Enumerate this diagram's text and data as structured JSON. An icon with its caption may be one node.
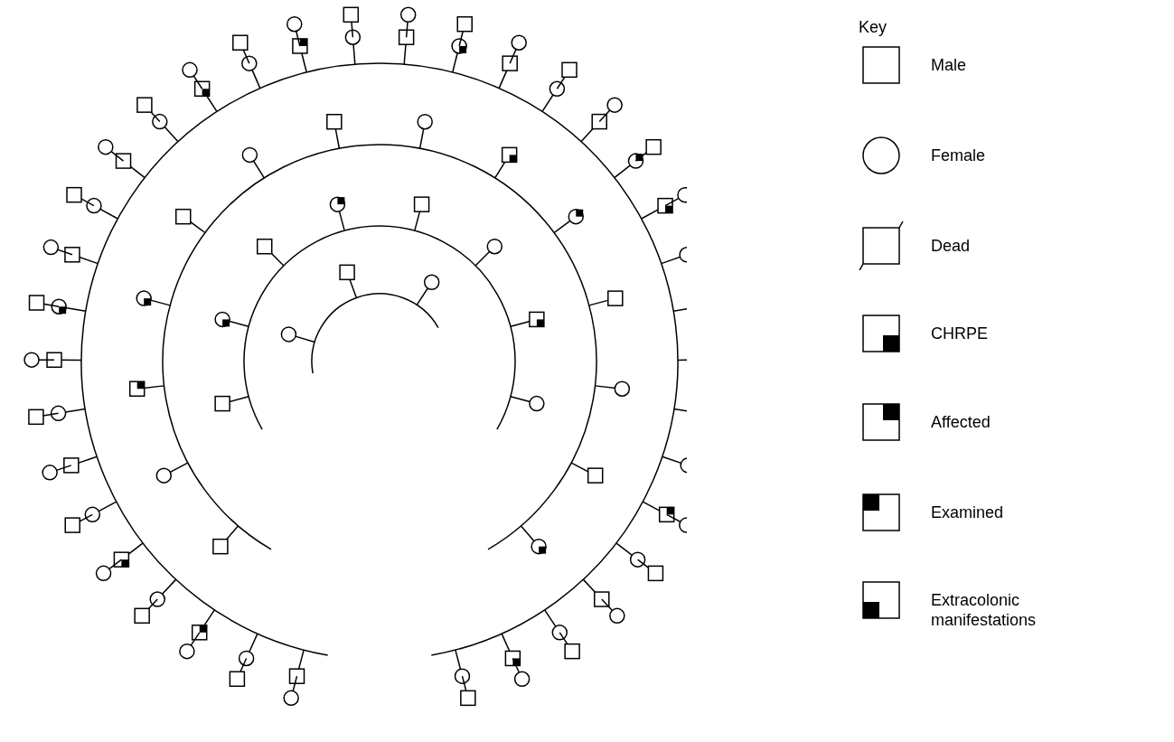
{
  "diagram": {
    "labels": [
      "Key"
    ],
    "legend": [
      {
        "text": "Male"
      },
      {
        "text": "Female"
      },
      {
        "text": "Dead"
      },
      {
        "text": "CHRPE"
      },
      {
        "text": "Affected"
      },
      {
        "text": "Examined"
      },
      {
        "text": "Extracolonic manifestations"
      }
    ]
  }
}
